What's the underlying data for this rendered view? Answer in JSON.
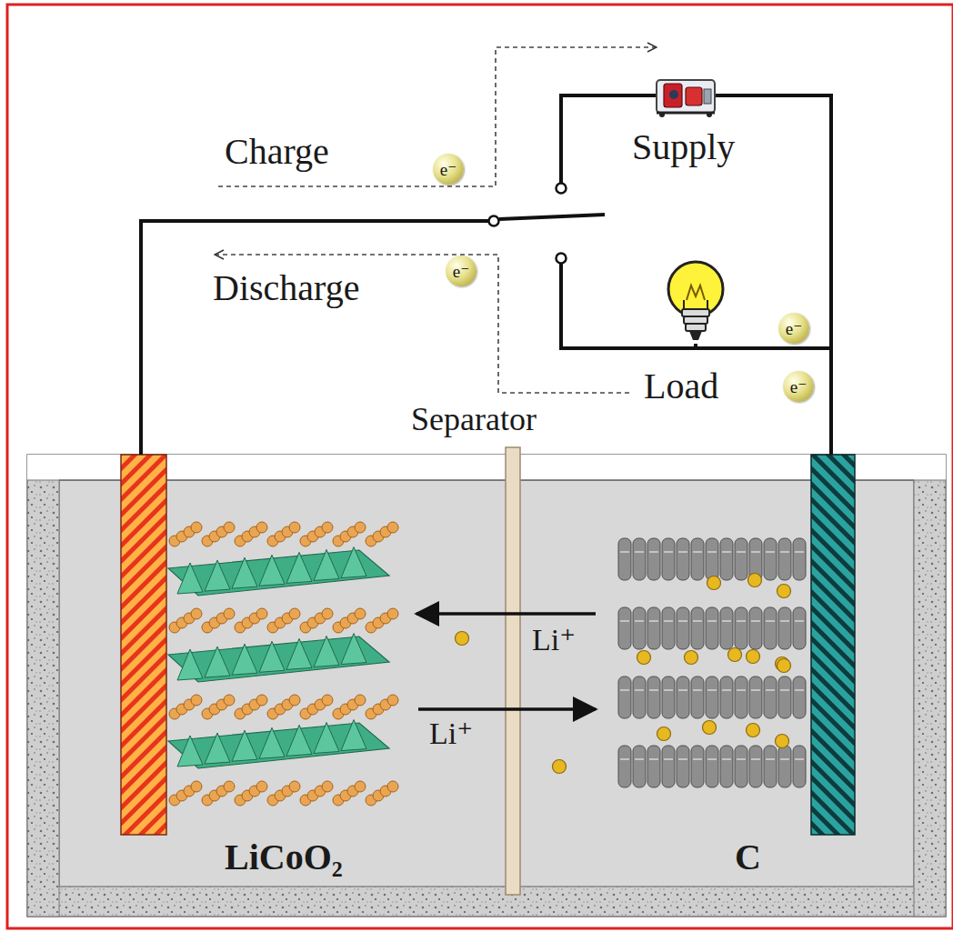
{
  "diagram": {
    "nodes": [
      {
        "text": [
          "e⁻"
        ]
      },
      {
        "text": [
          "e⁻"
        ]
      },
      {
        "text": [
          "e⁻"
        ]
      },
      {
        "text": [
          "e⁻"
        ]
      }
    ],
    "labels": [
      "Charge",
      "Supply",
      "Discharge",
      "Load",
      "Separator",
      "Li⁺",
      "Li⁺",
      "LiCoO₂",
      "C"
    ]
  }
}
